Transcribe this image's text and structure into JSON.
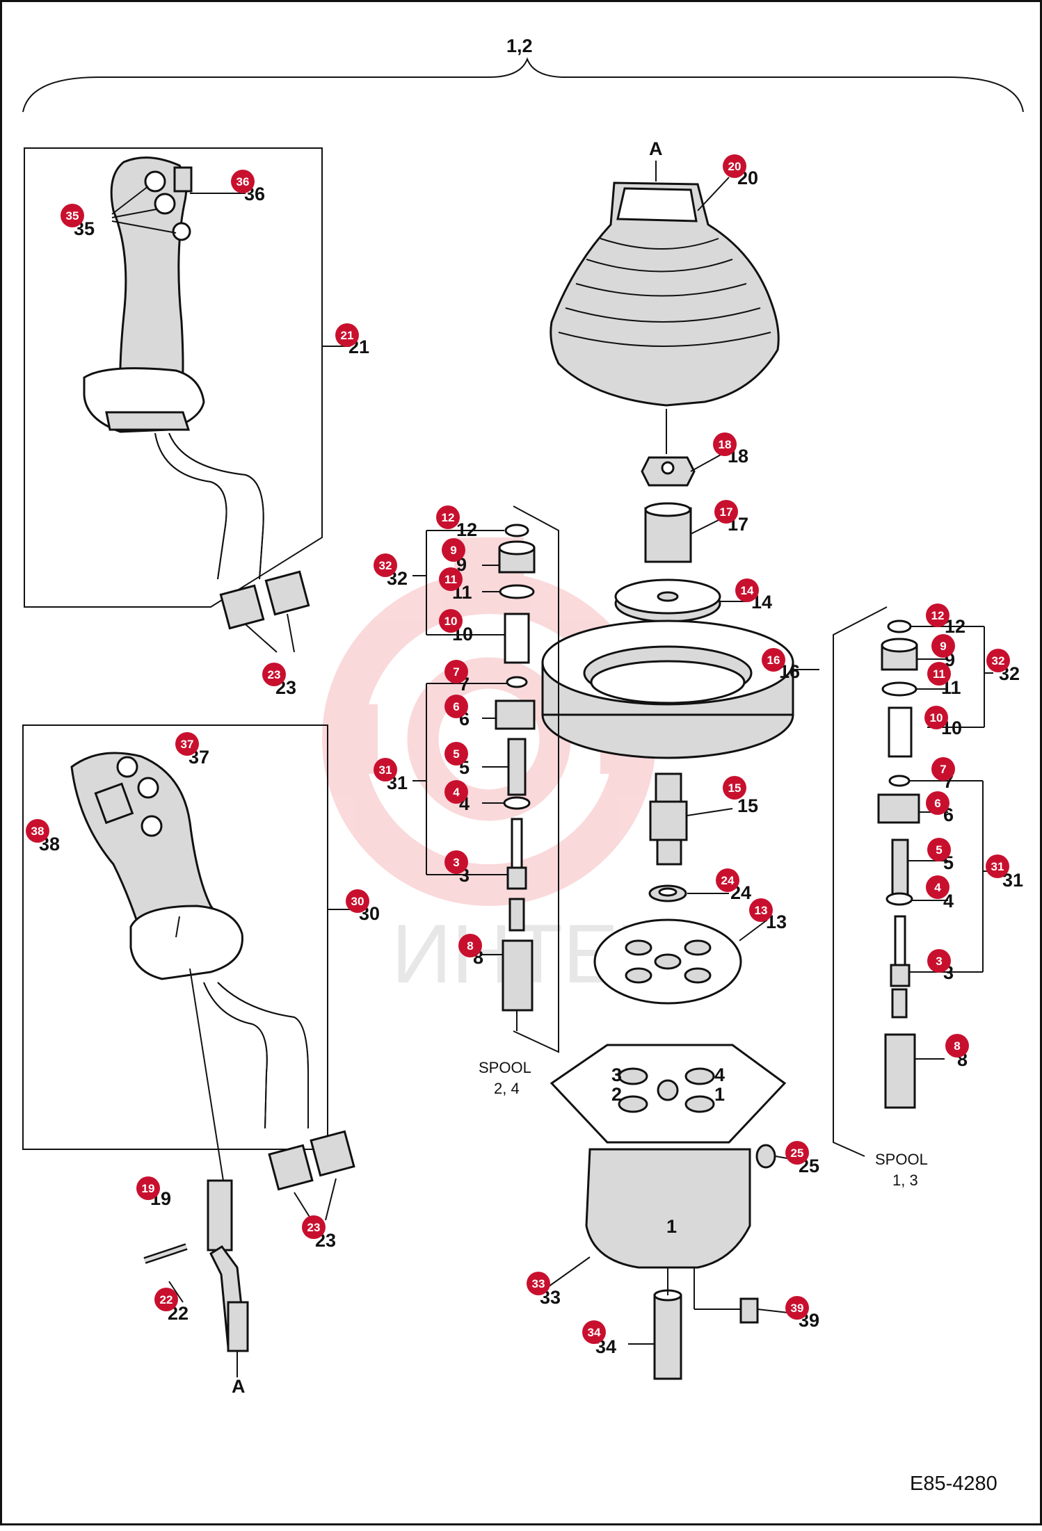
{
  "header": {
    "group_label": "1,2",
    "drawing_code": "E85-4280"
  },
  "watermark": {
    "text": "ИНТЕХ",
    "color": "#e8343d"
  },
  "badge_color": "#c8102e",
  "parts": {
    "p1_2": "1,2",
    "p3": "3",
    "p4": "4",
    "p5": "5",
    "p6": "6",
    "p7": "7",
    "p8": "8",
    "p9": "9",
    "p10": "10",
    "p11": "11",
    "p12": "12",
    "p13": "13",
    "p14": "14",
    "p15": "15",
    "p16": "16",
    "p17": "17",
    "p18": "18",
    "p19": "19",
    "p20": "20",
    "p21": "21",
    "p22": "22",
    "p23": "23",
    "p24": "24",
    "p25": "25",
    "p30": "30",
    "p31": "31",
    "p32": "32",
    "p33": "33",
    "p34": "34",
    "p35": "35",
    "p36": "36",
    "p37": "37",
    "p38": "38",
    "p39": "39"
  },
  "spool_left": {
    "line1": "SPOOL",
    "line2": "2, 4"
  },
  "spool_right": {
    "line1": "SPOOL",
    "line2": "1, 3"
  },
  "port_numbers": {
    "a": "1",
    "b": "2",
    "c": "3",
    "d": "4"
  },
  "point_a_label": "A"
}
